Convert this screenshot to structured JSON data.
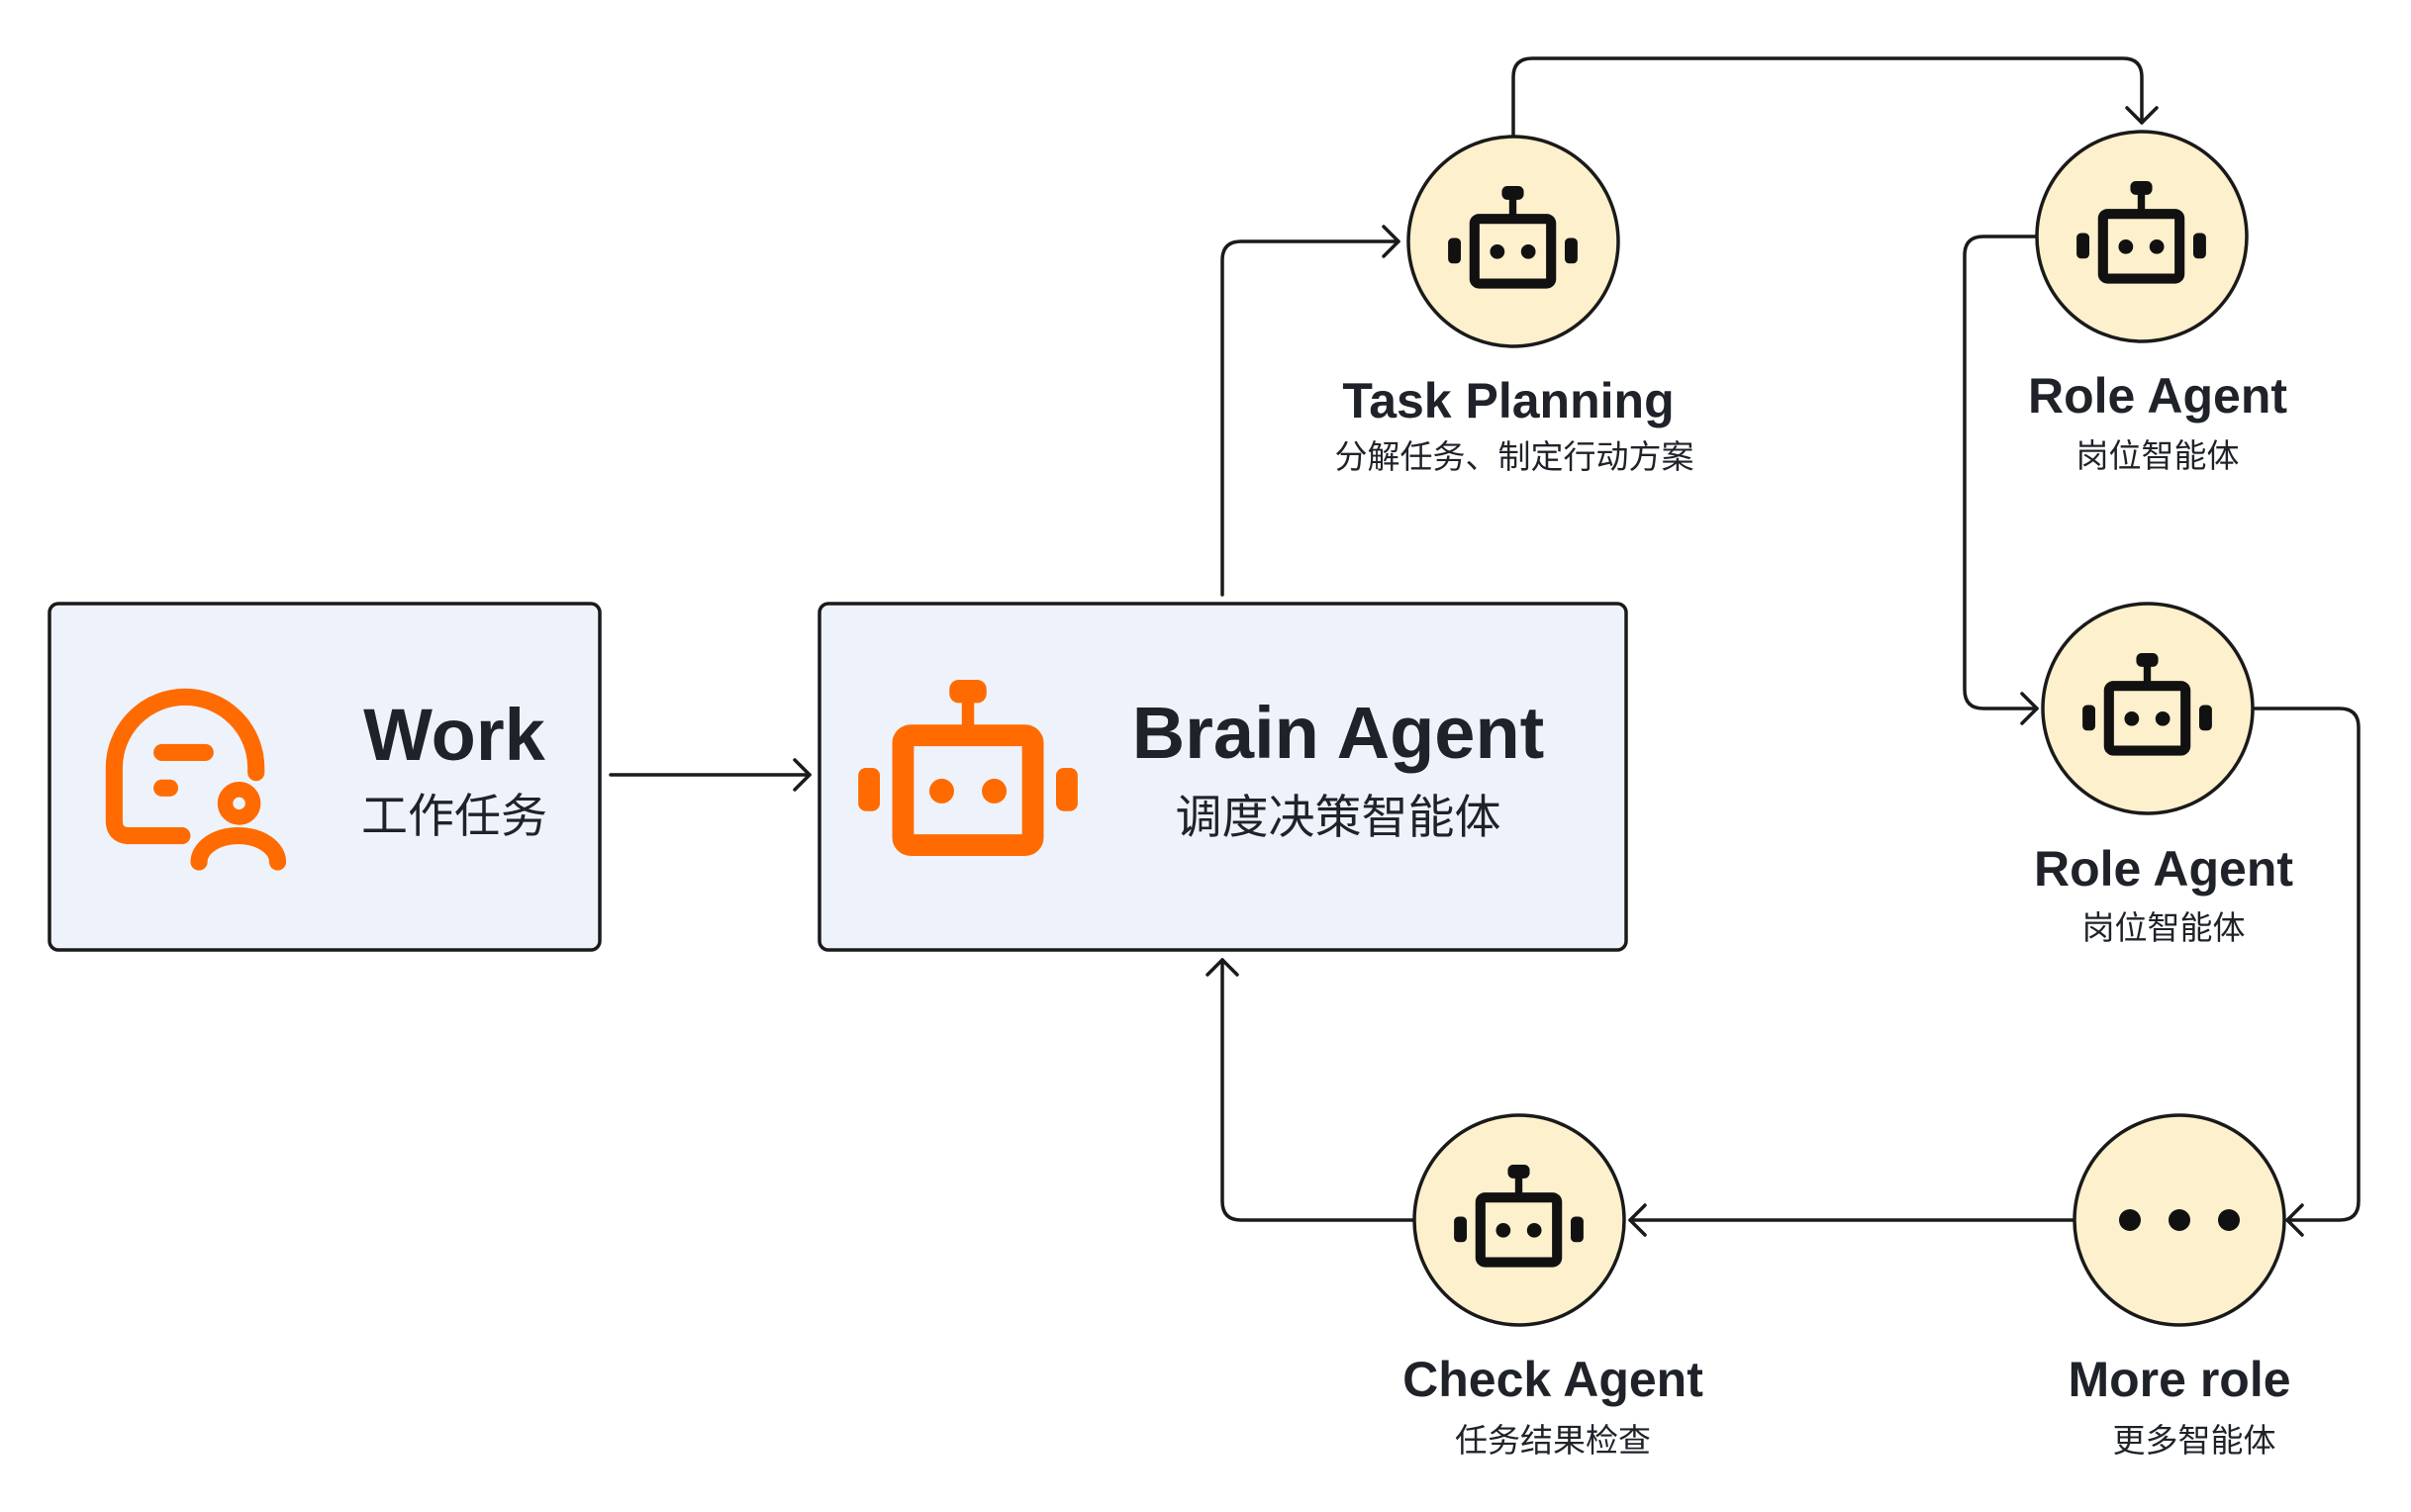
{
  "colors": {
    "accent": "#FF6B00",
    "box_fill": "#EEF3FB",
    "node_fill": "#FDF0CC",
    "stroke": "#1A1A1A",
    "text": "#1F2329",
    "icon_dark": "#111111"
  },
  "icons": {
    "work": "work-task-icon",
    "agent": "robot-icon",
    "more": "ellipsis-icon",
    "arrow": "arrow-head-icon"
  },
  "nodes": {
    "work": {
      "title": "Work",
      "subtitle": "工作任务"
    },
    "brain_agent": {
      "title": "Brain Agent",
      "subtitle": "调度决策智能体"
    },
    "task_planning": {
      "title": "Task Planning",
      "subtitle": "分解任务、制定行动方案"
    },
    "role_agent_1": {
      "title": "Role Agent",
      "subtitle": "岗位智能体"
    },
    "role_agent_2": {
      "title": "Role Agent",
      "subtitle": "岗位智能体"
    },
    "more_role": {
      "title": "More role",
      "subtitle": "更多智能体"
    },
    "check_agent": {
      "title": "Check Agent",
      "subtitle": "任务结果检查"
    }
  }
}
